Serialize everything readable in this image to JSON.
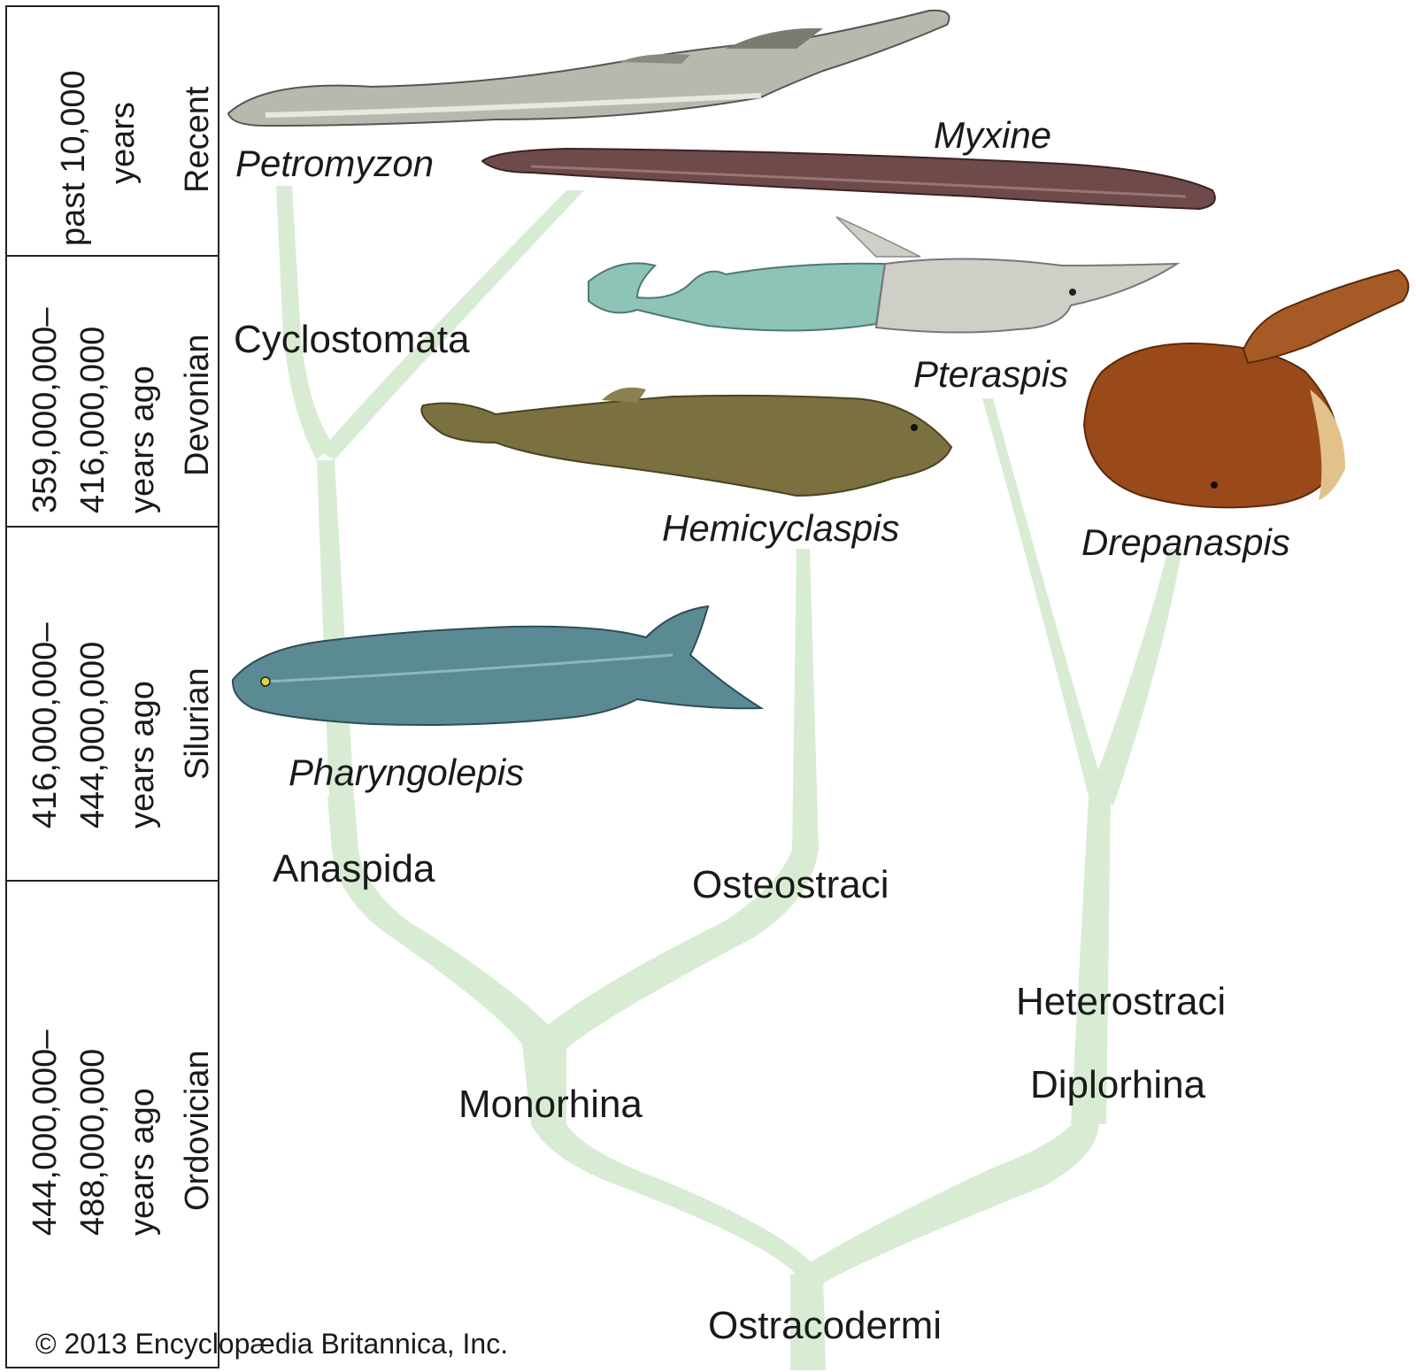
{
  "timeline": [
    {
      "period": "Recent",
      "range_line1": "past 10,000",
      "range_line2": "years",
      "range_line3": ""
    },
    {
      "period": "Devonian",
      "range_line1": "359,000,000–",
      "range_line2": "416,000,000",
      "range_line3": "years ago"
    },
    {
      "period": "Silurian",
      "range_line1": "416,000,000–",
      "range_line2": "444,000,000",
      "range_line3": "years ago"
    },
    {
      "period": "Ordovician",
      "range_line1": "444,000,000–",
      "range_line2": "488,000,000",
      "range_line3": "years ago"
    }
  ],
  "groups": {
    "cyclostomata": "Cyclostomata",
    "anaspida": "Anaspida",
    "osteostraci": "Osteostraci",
    "monorhina": "Monorhina",
    "heterostraci": "Heterostraci",
    "diplorhina": "Diplorhina",
    "ostracodermi": "Ostracodermi"
  },
  "genera": {
    "petromyzon": "Petromyzon",
    "myxine": "Myxine",
    "pteraspis": "Pteraspis",
    "hemicyclaspis": "Hemicyclaspis",
    "drepanaspis": "Drepanaspis",
    "pharyngolepis": "Pharyngolepis"
  },
  "copyright": "© 2013 Encyclopædia Britannica, Inc.",
  "colors": {
    "branch": "#d8ecd4",
    "petromyzon": "#b9b8ae",
    "myxine": "#6e4a4a",
    "pteraspis_body": "#8ec3b8",
    "pteraspis_shield": "#cfcfc8",
    "hemicyclaspis": "#7a7040",
    "drepanaspis": "#9a4a1a",
    "pharyngolepis": "#5a8a94"
  }
}
